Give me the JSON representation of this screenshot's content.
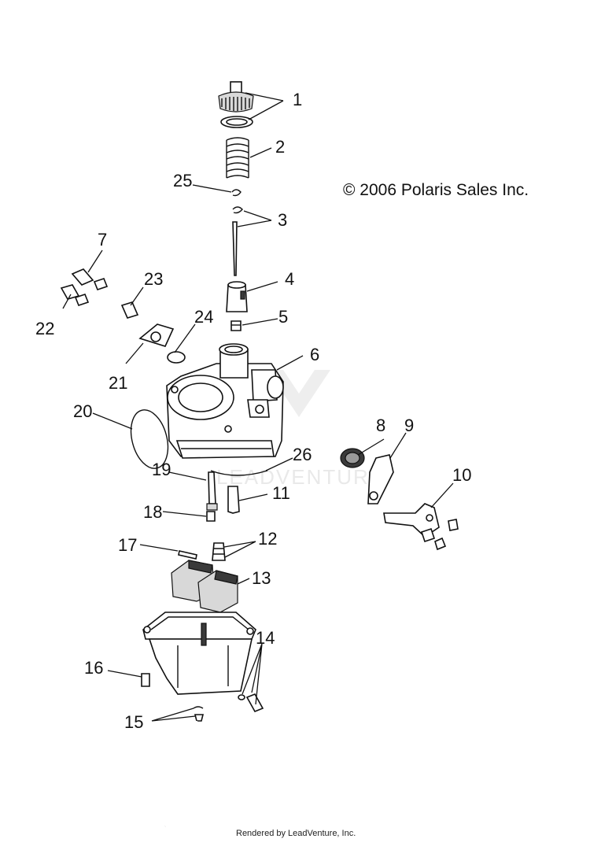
{
  "copyright": "© 2006 Polaris Sales Inc.",
  "footer": "Rendered by LeadVenture, Inc.",
  "watermark": "LEADVENTURE",
  "callouts": [
    "1",
    "2",
    "3",
    "4",
    "5",
    "6",
    "7",
    "8",
    "9",
    "10",
    "11",
    "12",
    "13",
    "14",
    "15",
    "16",
    "17",
    "18",
    "19",
    "20",
    "21",
    "22",
    "23",
    "24",
    "25",
    "26"
  ]
}
